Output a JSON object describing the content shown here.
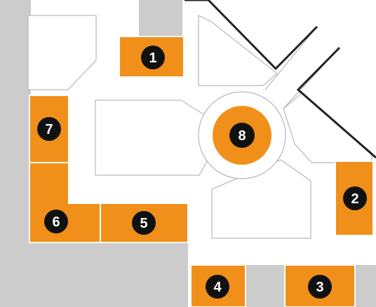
{
  "map": {
    "colors": {
      "background": "#ffffff",
      "grey_area": "#cccccc",
      "block_fill": "#ffffff",
      "block_outline": "#aaaaaa",
      "highlight": "#f0901a",
      "highlight_border": "#ffffff",
      "marker_fill": "#111111",
      "marker_text": "#ffffff",
      "border_line": "#222222"
    },
    "markers": [
      {
        "id": "1",
        "label": "1"
      },
      {
        "id": "2",
        "label": "2"
      },
      {
        "id": "3",
        "label": "3"
      },
      {
        "id": "4",
        "label": "4"
      },
      {
        "id": "5",
        "label": "5"
      },
      {
        "id": "6",
        "label": "6"
      },
      {
        "id": "7",
        "label": "7"
      },
      {
        "id": "8",
        "label": "8"
      }
    ]
  }
}
